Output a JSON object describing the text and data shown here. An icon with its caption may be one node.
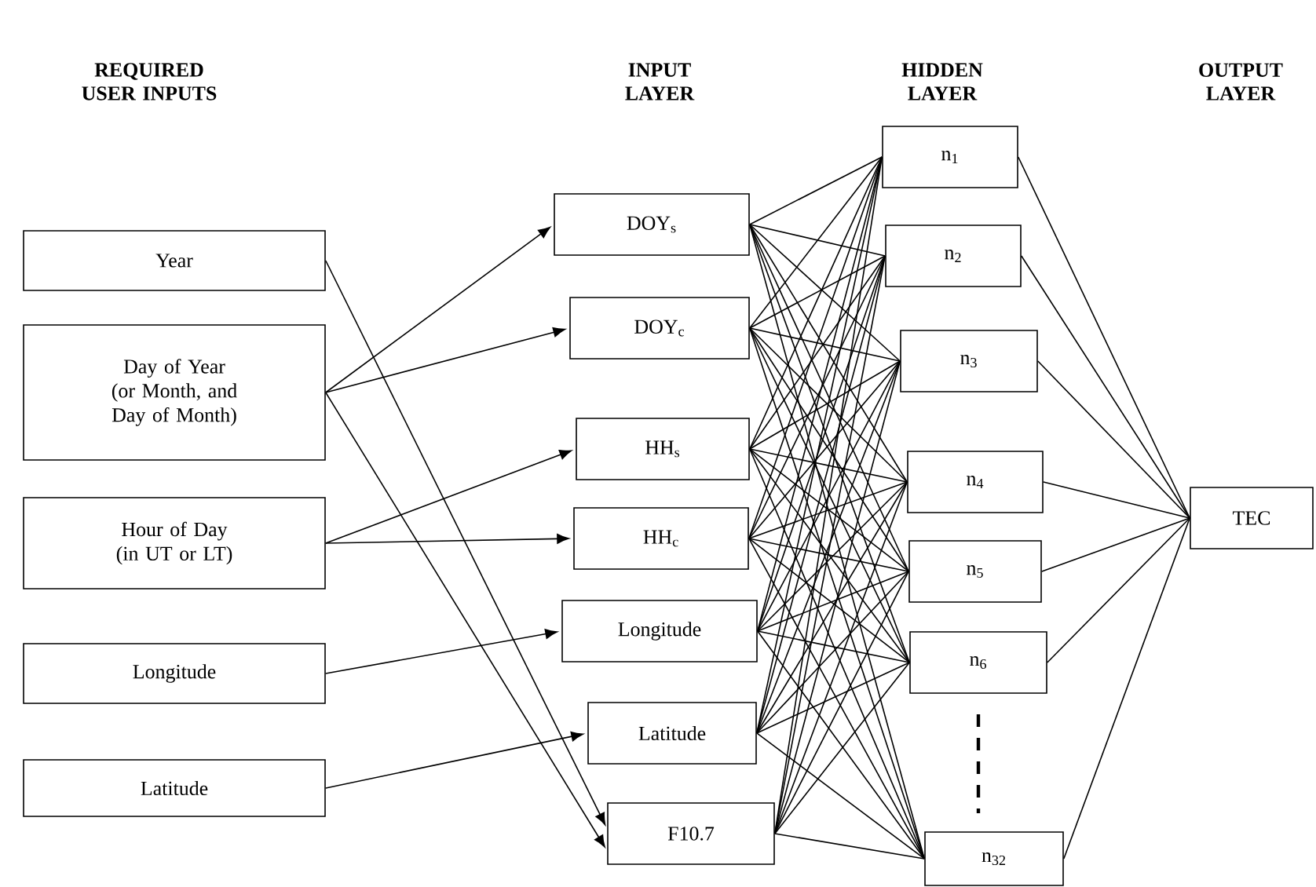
{
  "diagram": {
    "nodes": [
      {
        "text": [
          "Year"
        ]
      },
      {
        "text": [
          "Day of Year (or Month, and Day of Month)"
        ]
      },
      {
        "text": [
          "Hour of Day (in UT or LT)"
        ]
      },
      {
        "text": [
          "Longitude"
        ]
      },
      {
        "text": [
          "Latitude"
        ]
      },
      {
        "text": [
          "DOY$_{s}$"
        ]
      },
      {
        "text": [
          "DOY$_{c}$"
        ]
      },
      {
        "text": [
          "HH$_{s}$"
        ]
      },
      {
        "text": [
          "HH$_{c}$"
        ]
      },
      {
        "text": [
          "Longitude"
        ]
      },
      {
        "text": [
          "Latitude"
        ]
      },
      {
        "text": [
          "F10.7"
        ]
      },
      {
        "text": [
          "n$_{1}$"
        ]
      },
      {
        "text": [
          "n$_{2}$"
        ]
      },
      {
        "text": [
          "n$_{3}$"
        ]
      },
      {
        "text": [
          "n$_{4}$"
        ]
      },
      {
        "text": [
          "n$_{5}$"
        ]
      },
      {
        "text": [
          "n$_{6}$"
        ]
      },
      {
        "text": [
          "n$_{32}$"
        ]
      },
      {
        "text": [
          "TEC"
        ]
      }
    ],
    "edges": [
      {
        "from": 0,
        "to": 11,
        "arrow": "to"
      },
      {
        "from": 1,
        "to": 5,
        "arrow": "to"
      },
      {
        "from": 1,
        "to": 6,
        "arrow": "to"
      },
      {
        "from": 1,
        "to": 11,
        "arrow": "to"
      },
      {
        "from": 2,
        "to": 7,
        "arrow": "to"
      },
      {
        "from": 2,
        "to": 8,
        "arrow": "to"
      },
      {
        "from": 3,
        "to": 9,
        "arrow": "to"
      },
      {
        "from": 4,
        "to": 10,
        "arrow": "to"
      },
      {
        "from": 5,
        "to": 12,
        "arrow": "none"
      },
      {
        "from": 5,
        "to": 13,
        "arrow": "none"
      },
      {
        "from": 5,
        "to": 14,
        "arrow": "none"
      },
      {
        "from": 5,
        "to": 15,
        "arrow": "none"
      },
      {
        "from": 5,
        "to": 16,
        "arrow": "none"
      },
      {
        "from": 5,
        "to": 17,
        "arrow": "none"
      },
      {
        "from": 5,
        "to": 18,
        "arrow": "none"
      },
      {
        "from": 6,
        "to": 12,
        "arrow": "none"
      },
      {
        "from": 6,
        "to": 13,
        "arrow": "none"
      },
      {
        "from": 6,
        "to": 14,
        "arrow": "none"
      },
      {
        "from": 6,
        "to": 15,
        "arrow": "none"
      },
      {
        "from": 6,
        "to": 16,
        "arrow": "none"
      },
      {
        "from": 6,
        "to": 17,
        "arrow": "none"
      },
      {
        "from": 6,
        "to": 18,
        "arrow": "none"
      },
      {
        "from": 7,
        "to": 12,
        "arrow": "none"
      },
      {
        "from": 7,
        "to": 13,
        "arrow": "none"
      },
      {
        "from": 7,
        "to": 14,
        "arrow": "none"
      },
      {
        "from": 7,
        "to": 15,
        "arrow": "none"
      },
      {
        "from": 7,
        "to": 16,
        "arrow": "none"
      },
      {
        "from": 7,
        "to": 17,
        "arrow": "none"
      },
      {
        "from": 7,
        "to": 18,
        "arrow": "none"
      },
      {
        "from": 8,
        "to": 12,
        "arrow": "none"
      },
      {
        "from": 8,
        "to": 13,
        "arrow": "none"
      },
      {
        "from": 8,
        "to": 14,
        "arrow": "none"
      },
      {
        "from": 8,
        "to": 15,
        "arrow": "none"
      },
      {
        "from": 8,
        "to": 16,
        "arrow": "none"
      },
      {
        "from": 8,
        "to": 17,
        "arrow": "none"
      },
      {
        "from": 8,
        "to": 18,
        "arrow": "none"
      },
      {
        "from": 9,
        "to": 12,
        "arrow": "none"
      },
      {
        "from": 9,
        "to": 13,
        "arrow": "none"
      },
      {
        "from": 9,
        "to": 14,
        "arrow": "none"
      },
      {
        "from": 9,
        "to": 15,
        "arrow": "none"
      },
      {
        "from": 9,
        "to": 16,
        "arrow": "none"
      },
      {
        "from": 9,
        "to": 17,
        "arrow": "none"
      },
      {
        "from": 9,
        "to": 18,
        "arrow": "none"
      },
      {
        "from": 10,
        "to": 12,
        "arrow": "none"
      },
      {
        "from": 10,
        "to": 13,
        "arrow": "none"
      },
      {
        "from": 10,
        "to": 14,
        "arrow": "none"
      },
      {
        "from": 10,
        "to": 15,
        "arrow": "none"
      },
      {
        "from": 10,
        "to": 16,
        "arrow": "none"
      },
      {
        "from": 10,
        "to": 17,
        "arrow": "none"
      },
      {
        "from": 10,
        "to": 18,
        "arrow": "none"
      },
      {
        "from": 11,
        "to": 12,
        "arrow": "none"
      },
      {
        "from": 11,
        "to": 13,
        "arrow": "none"
      },
      {
        "from": 11,
        "to": 14,
        "arrow": "none"
      },
      {
        "from": 11,
        "to": 15,
        "arrow": "none"
      },
      {
        "from": 11,
        "to": 16,
        "arrow": "none"
      },
      {
        "from": 11,
        "to": 17,
        "arrow": "none"
      },
      {
        "from": 11,
        "to": 18,
        "arrow": "none"
      },
      {
        "from": 12,
        "to": 19,
        "arrow": "none"
      },
      {
        "from": 13,
        "to": 19,
        "arrow": "none"
      },
      {
        "from": 14,
        "to": 19,
        "arrow": "none"
      },
      {
        "from": 15,
        "to": 19,
        "arrow": "none"
      },
      {
        "from": 16,
        "to": 19,
        "arrow": "none"
      },
      {
        "from": 17,
        "to": 19,
        "arrow": "none"
      },
      {
        "from": 18,
        "to": 19,
        "arrow": "none"
      }
    ],
    "labels": [
      "REQUIRED USER INPUTS",
      "INPUT LAYER",
      "HIDDEN LAYER",
      "OUTPUT LAYER"
    ]
  }
}
